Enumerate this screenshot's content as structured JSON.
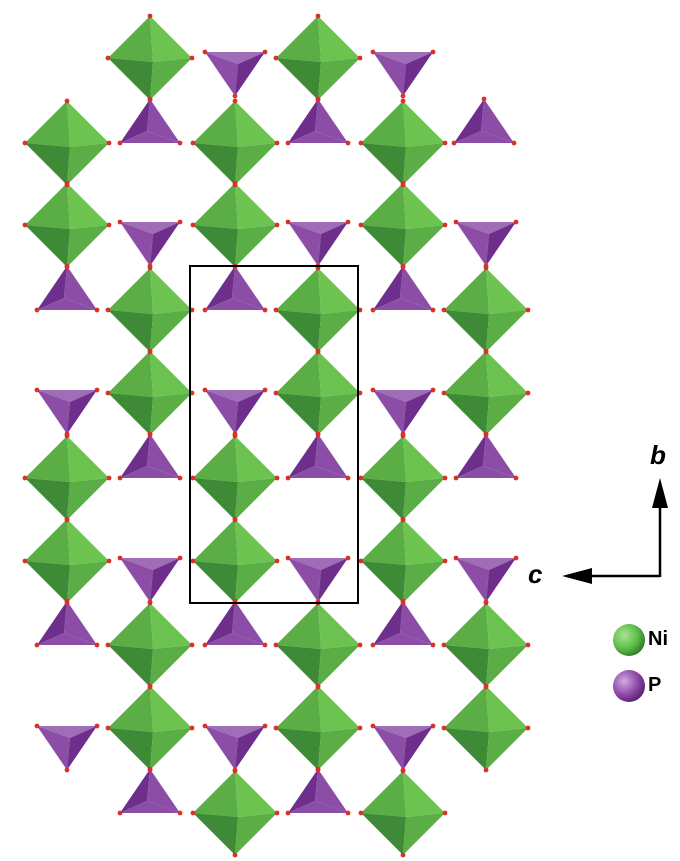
{
  "axes": {
    "vertical_label": "b",
    "horizontal_label": "c"
  },
  "legend": [
    {
      "label": "Ni",
      "color": "#5fbd4a"
    },
    {
      "label": "P",
      "color": "#8e4aa8"
    }
  ],
  "colors": {
    "ni_light": "#6cc34f",
    "ni_mid": "#5aae45",
    "ni_dark": "#3f8a36",
    "p_light": "#a06db7",
    "p_mid": "#8c4da7",
    "p_dark": "#6e2f8c",
    "oxygen": "#d8322a",
    "cell_outline": "#000000"
  }
}
